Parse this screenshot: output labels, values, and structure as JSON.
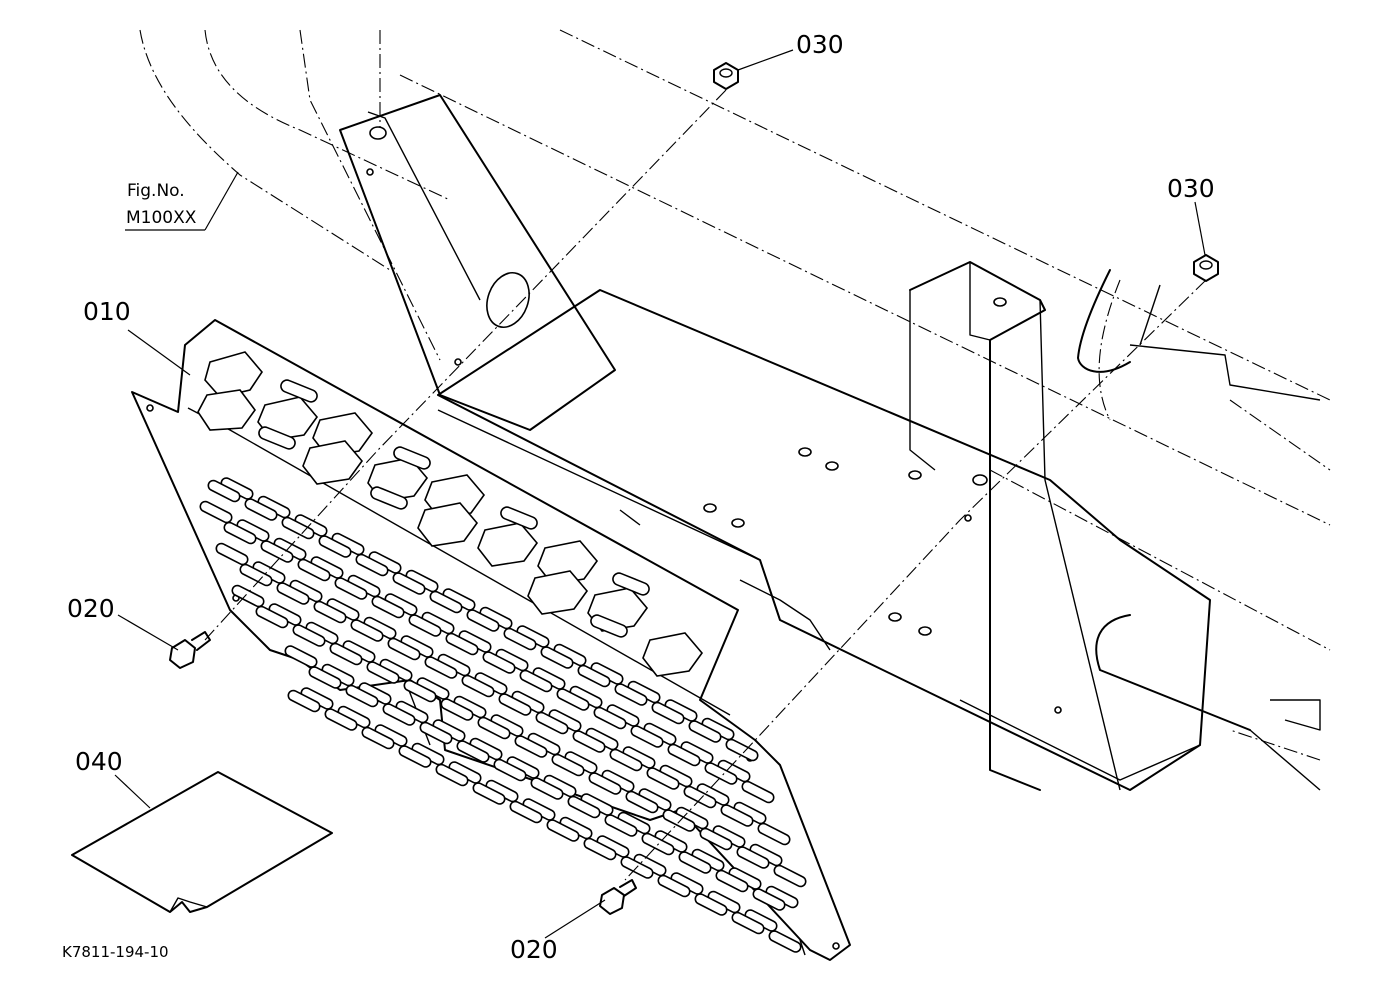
{
  "diagram": {
    "callouts": {
      "part_010": "010",
      "part_020_left": "020",
      "part_020_right": "020",
      "part_030_top": "030",
      "part_030_right": "030",
      "part_040": "040"
    },
    "figure_reference": {
      "line1": "Fig.No.",
      "line2": "M100XX"
    },
    "drawing_number": "K7811-194-10"
  }
}
